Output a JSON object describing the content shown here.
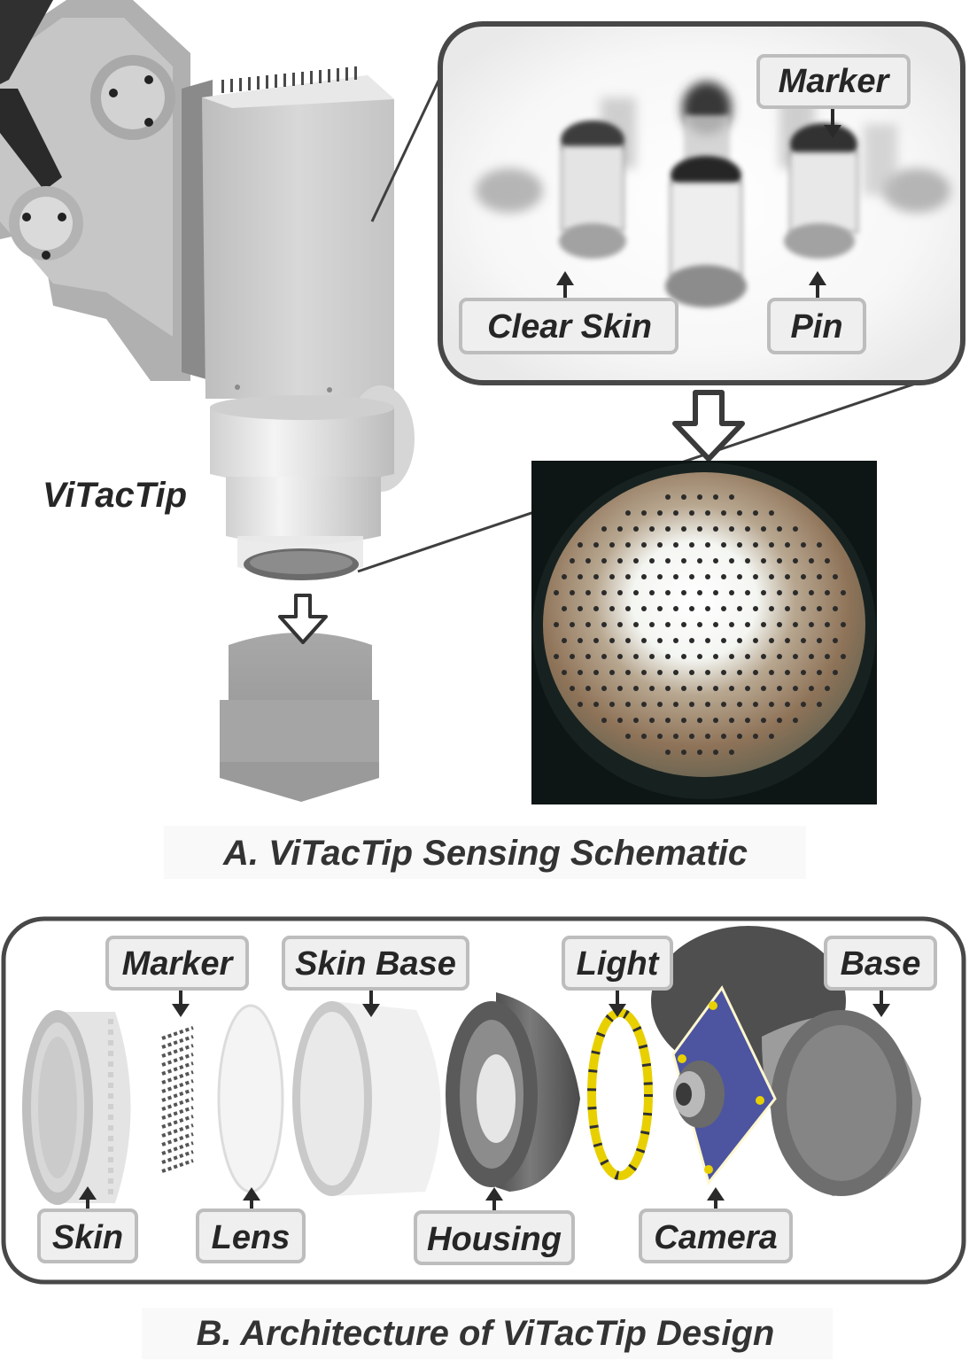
{
  "panel_a": {
    "caption": "A. ViTacTip Sensing Schematic",
    "sensor_name": "ViTacTip",
    "labels": {
      "marker": "Marker",
      "clear_skin": "Clear Skin",
      "pin": "Pin"
    }
  },
  "panel_b": {
    "caption": "B. Architecture of ViTacTip Design",
    "labels": {
      "marker": "Marker",
      "skin_base": "Skin Base",
      "light": "Light",
      "base": "Base",
      "skin": "Skin",
      "lens": "Lens",
      "housing": "Housing",
      "camera": "Camera"
    }
  },
  "colors": {
    "frame": "#4a4a4a",
    "arrow": "#3c3c3c",
    "label_bg": "#efefef",
    "pcb": "#4d55a0",
    "ring": "#e8d000"
  },
  "icons": [
    "down-arrow-icon",
    "up-arrow-icon",
    "hollow-arrow-icon"
  ]
}
